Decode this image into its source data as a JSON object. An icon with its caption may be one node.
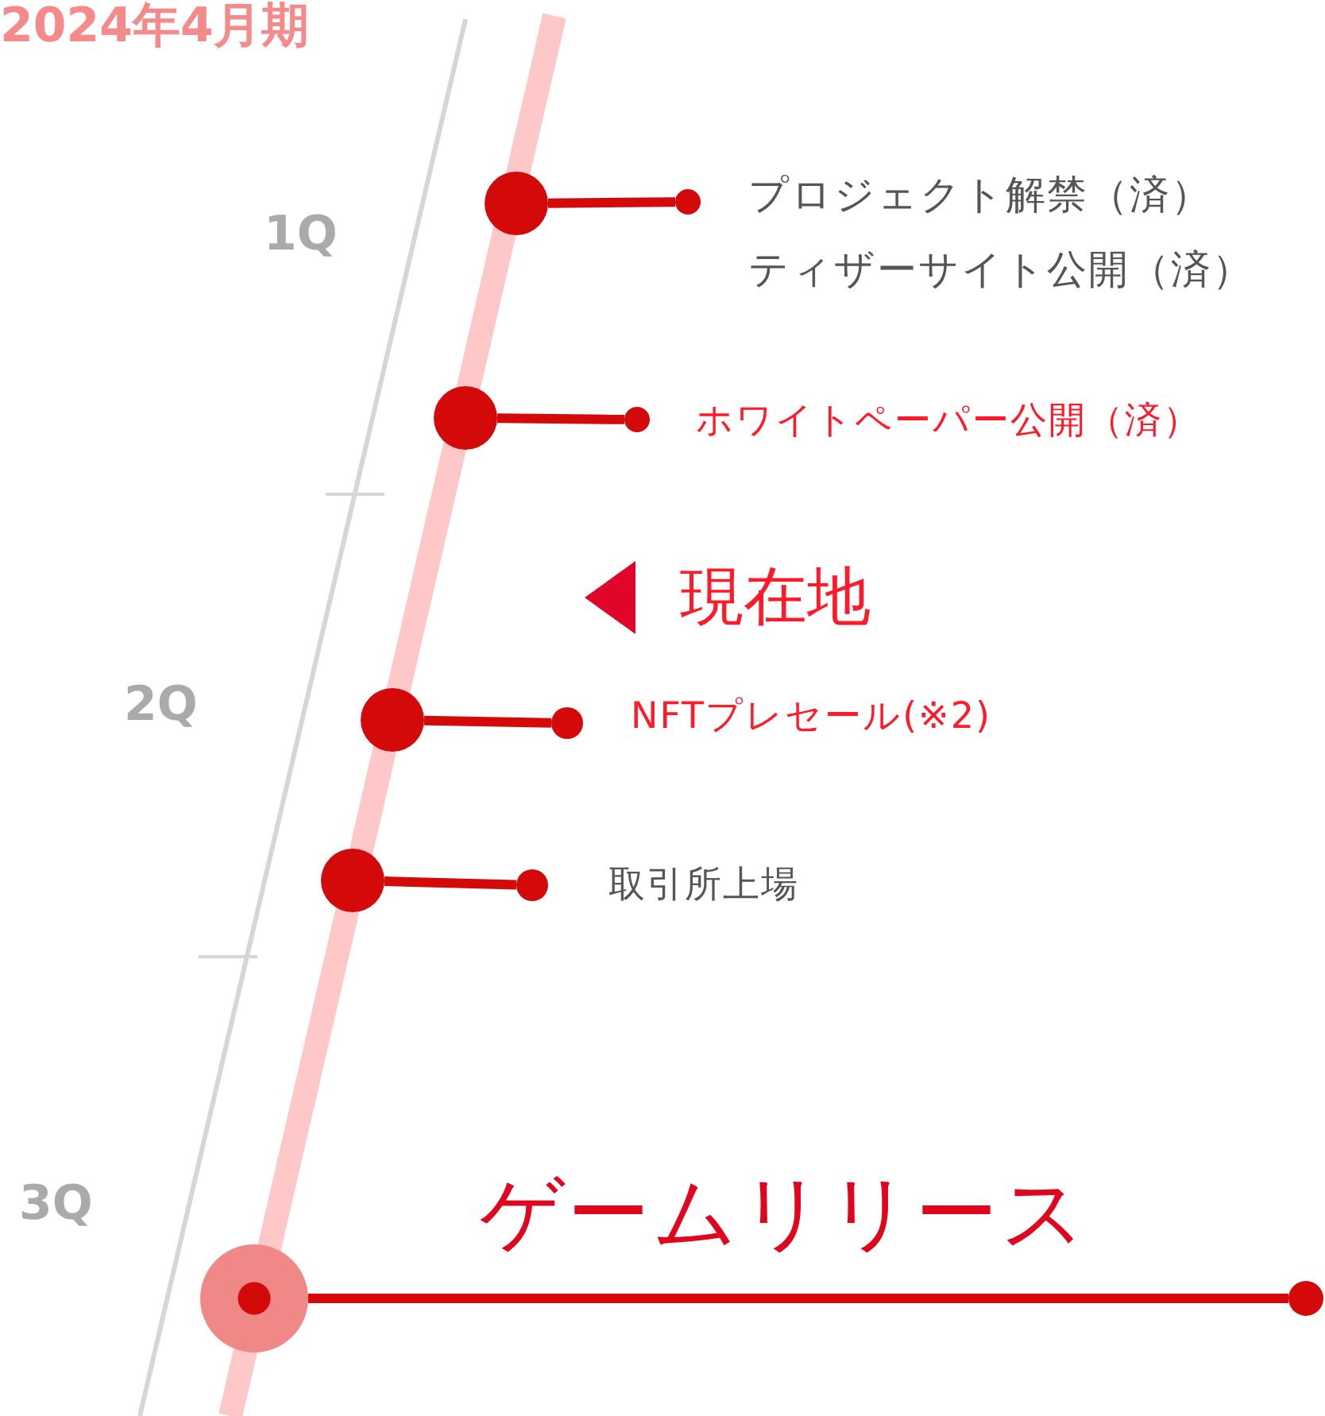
{
  "diagram": {
    "title": "2024年4月期",
    "nodes": [
      {
        "text": [],
        "shape": "circle"
      },
      {
        "text": [],
        "shape": "circle",
        "beside": [
          "プロジェクト解禁（済）",
          "ティザーサイト公開（済）"
        ]
      },
      {
        "text": [],
        "shape": "circle"
      },
      {
        "text": [],
        "shape": "circle",
        "beside": [
          "ホワイトペーパー公開（済）"
        ]
      },
      {
        "text": [],
        "shape": "circle"
      },
      {
        "text": [],
        "shape": "circle",
        "beside": [
          "NFTプレセール(※2)"
        ]
      },
      {
        "text": [],
        "shape": "circle"
      },
      {
        "text": [],
        "shape": "circle",
        "beside": [
          "取引所上場"
        ]
      },
      {
        "text": [],
        "shape": "circle"
      },
      {
        "text": [],
        "shape": "circle",
        "beside": [
          "ゲームリリース"
        ]
      }
    ],
    "edges": [
      {
        "from": 0,
        "to": 1,
        "arrow": "none"
      },
      {
        "from": 2,
        "to": 3,
        "arrow": "none"
      },
      {
        "from": 4,
        "to": 5,
        "arrow": "none"
      },
      {
        "from": 6,
        "to": 7,
        "arrow": "none"
      },
      {
        "from": 8,
        "to": 9,
        "arrow": "none"
      }
    ],
    "labels": [
      "1Q",
      "現在地",
      "2Q",
      "3Q"
    ]
  }
}
